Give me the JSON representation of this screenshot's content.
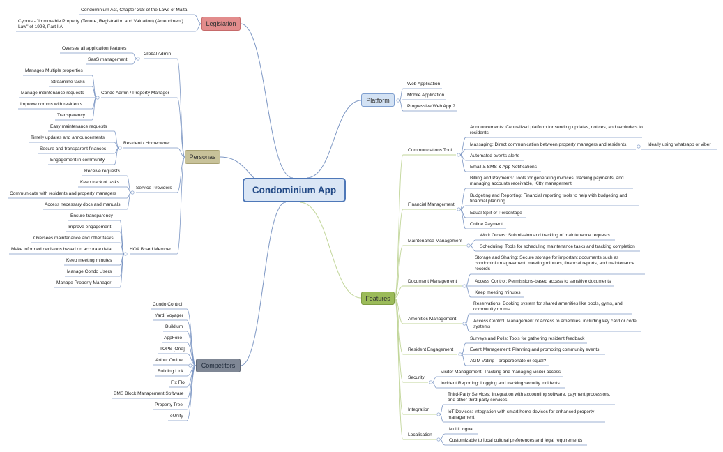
{
  "central": "Condominium App",
  "legislation": {
    "title": "Legislation",
    "items": [
      "Condominium Act, Chapter 398 of the Laws of Malta",
      "Cyprus - \"Immovable Property (Tenure, Registration and Valuation) (Amendment) Law\" of 1993, Part IIA"
    ]
  },
  "personas": {
    "title": "Personas",
    "groups": [
      {
        "label": "Global Admin",
        "items": [
          "Oversee all application features",
          "SaaS management"
        ]
      },
      {
        "label": "Condo Admin / Property Manager",
        "items": [
          "Manages Multiple properties",
          "Streamline tasks",
          "Manage maintenance requests",
          "Improve comms with residents",
          "Transparency"
        ]
      },
      {
        "label": "Resident / Homeowner",
        "items": [
          "Easy maintenance requests",
          "Timely updates and announcements",
          "Secure and transparent finances",
          "Engagement in community"
        ]
      },
      {
        "label": "Service Providers",
        "items": [
          "Receive requests",
          "Keep track of tasks",
          "Communicate with residents and property managers",
          "Access necessary docs and manuals"
        ]
      },
      {
        "label": "HOA Board Member",
        "items": [
          "Ensure transparency",
          "Improve engagement",
          "Oversees maintenance and other tasks",
          "Make informed decisions based on accurate data",
          "Keep meeting minutes",
          "Manage Condo Users",
          "Manage Property Manager"
        ]
      }
    ]
  },
  "competitors": {
    "title": "Competitors",
    "items": [
      "Condo Control",
      "Yardi Voyager",
      "Buildium",
      "AppFolio",
      "TOPS [One]",
      "Arthur Online",
      "Building Link",
      "Fix Flo",
      "BMS Block Management Software",
      "Property Tree",
      "eUnify"
    ]
  },
  "platform": {
    "title": "Platform",
    "items": [
      "Web Application",
      "Mobile Application",
      "Progressive Web App ?"
    ]
  },
  "features": {
    "title": "Features",
    "groups": [
      {
        "label": "Communications Tool",
        "items": [
          "Announcements: Centralized platform for sending updates, notices, and reminders to residents.",
          "Massaging: Direct communication between property managers and residents.",
          "Automated events alerts",
          "Email & SMS & App Notifications"
        ],
        "extra": "Ideally using whatsapp or viber"
      },
      {
        "label": "Financial Management",
        "items": [
          "Billing and Payments: Tools for generating invoices, tracking payments, and managing accounts receivable, Kitty management",
          "Budgeting and Reporting: Financial reporting tools to help with budgeting and financial planning.",
          "Equal Split or Percentage",
          "Online Payment"
        ]
      },
      {
        "label": "Maintenance Management",
        "items": [
          "Work Orders: Submission and tracking of maintenance requests",
          "Scheduling: Tools for scheduling maintenance tasks and tracking completion"
        ]
      },
      {
        "label": "Document Management",
        "items": [
          "Storage and Sharing: Secure storage for important documents such as condominium agreement, meeting minutes, financial reports, and maintenance records",
          "Access Control: Permissions-based access to sensitive documents",
          "Keep meeting minutes"
        ]
      },
      {
        "label": "Amenities Management",
        "items": [
          "Reservations: Booking system for shared amenities like pools, gyms, and community rooms",
          "Access Control: Management of access to amenities, including key card or code systems"
        ]
      },
      {
        "label": "Resident Engagement",
        "items": [
          "Surveys and Polls: Tools for gathering resident feedback",
          "Event Management: Planning and promoting community events",
          "AGM Voting - proportionate or equal?"
        ]
      },
      {
        "label": "Security",
        "items": [
          "Visitor Management: Tracking and managing visitor access",
          "Incident Reporting: Logging and tracking security incidents"
        ]
      },
      {
        "label": "Integration",
        "items": [
          "Third-Party Services: Integration with accounting software, payment processors, and other third-party services.",
          "IoT Devices: Integration with smart home devices for enhanced property management"
        ]
      },
      {
        "label": "Localisation",
        "items": [
          "MultiLingual",
          "Customizable to local cultural preferences and legal requirements"
        ]
      }
    ]
  },
  "colors": {
    "central_fill": "#dae6f5",
    "legislation": "#e28c8c",
    "personas": "#c8c29a",
    "competitors": "#7f8795",
    "platform": "#d3e2f4",
    "features": "#9bbb59",
    "line": "#7d97c4"
  }
}
